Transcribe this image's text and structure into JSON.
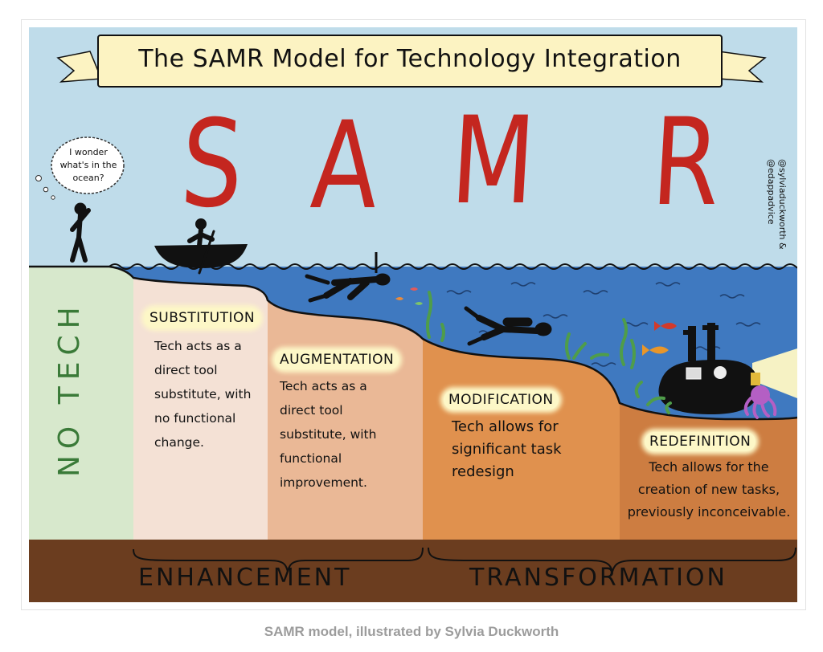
{
  "banner_title": "The SAMR Model for Technology Integration",
  "acronym": [
    "S",
    "A",
    "M",
    "R"
  ],
  "thought_bubble": "I wonder what's in the ocean?",
  "credit": "@sylviaduckworth & @edappadvice",
  "no_tech_label": "NO TECH",
  "levels": [
    {
      "title": "SUBSTITUTION",
      "description": "Tech acts as a direct tool substitute, with no functional change."
    },
    {
      "title": "AUGMENTATION",
      "description": "Tech acts as a direct tool substitute, with functional improvement."
    },
    {
      "title": "MODIFICATION",
      "description": "Tech allows for significant task redesign"
    },
    {
      "title": "REDEFINITION",
      "description": "Tech allows for the creation of new tasks, previously inconceivable."
    }
  ],
  "bands": {
    "enhancement": "ENHANCEMENT",
    "transformation": "TRANSFORMATION"
  },
  "caption": "SAMR model, illustrated by Sylvia Duckworth",
  "colors": {
    "sky": "#bfdcea",
    "sea": "#3f79c0",
    "acronym": "#c4261f",
    "no_tech": "#d7e8cc",
    "substitution": "#f4e1d5",
    "augmentation": "#eab896",
    "modification": "#e0914e",
    "redefinition": "#cd7d41",
    "ground": "#6b3d1f",
    "banner": "#fcf3c2",
    "title_highlight": "#fdf7c7"
  }
}
